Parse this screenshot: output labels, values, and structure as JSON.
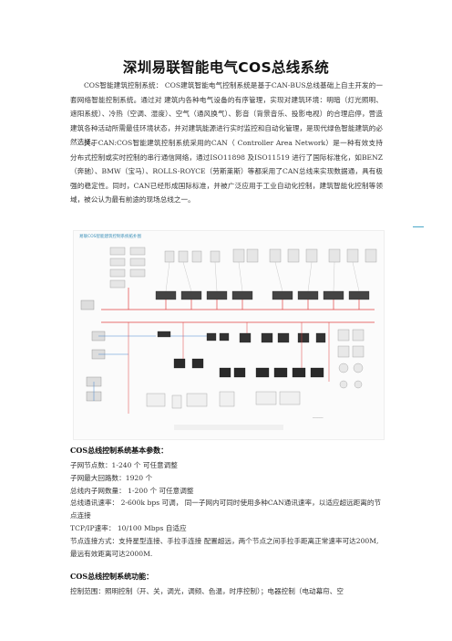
{
  "doc": {
    "title": "深圳易联智能电气COS总线系统",
    "para1": "COS智能建筑控制系统：  COS建筑智能电气控制系统是基于CAN-BUS总线基础上自主开发的一套网络智能控制系统。通过对  建筑内各种电气设备的有序管理，实现对建筑环境：明暗（灯光照明、遮阳系统）、冷热（空调、湿度）、空气（通风换气）、影音（背景音乐、投影电视）的合理启停，营造建筑各种活动所需最佳环境状态，并对建筑能源进行实时监控和自动化管理，是现代绿色智能建筑的必然选择。",
    "para2": "关于CAN:COS智能建筑控制系统采用的CAN（  Controller Area Network）是一种有效支持分布式控制或实时控制的串行通信网络，通过ISO11898 及ISO11519 进行了国际标准化，如BENZ（奔驰）、BMW（宝马）、ROLLS-ROYCE（劳斯莱斯）等都采用了CAN总线来实现数据通，具有极强的稳定性。同时，CAN已经形成国际标准，并被广泛应用于工业自动化控制，建筑智能化控制等领域，被公认为最有前途的现场总线之一。",
    "diagram_title": "易联COS智能建筑控制系统拓扑图",
    "params_heading": "COS总线控制系统基本参数：",
    "params": [
      "子网节点数：1-240 个    可任意调整",
      "子网最大回路数：1920 个",
      "总线内子网数量：    1-200 个  可任意调整",
      "总线通讯速率：    2-600k bps  可调，  同一子网内可同时使用多种CAN通讯速率，以适应超远距离的节点连接",
      "TCP/IP速率：    10/100 Mbps  自适应",
      "节点连接方式：支持星型连接、手拉手连接  配置超远，两个节点之间手拉手距离正常速率可达200M,最远有效距离可达2000M."
    ],
    "func_heading": "COS总线控制系统功能：",
    "func_text": "控制范围：照明控制（开、关，调光，调频、色温，时序控制）；电器控制（电动幕帘、空"
  },
  "colors": {
    "accent": "#3a8fb8",
    "bus": "#e04040",
    "net": "#4a8ad0"
  }
}
